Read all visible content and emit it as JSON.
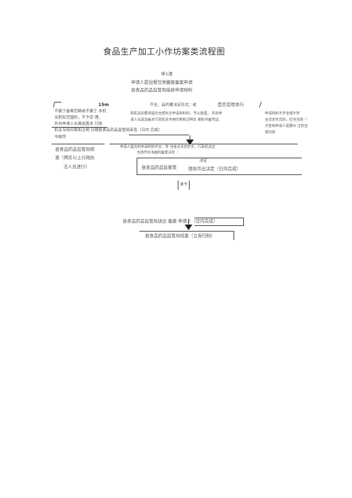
{
  "title": "食品生产加工小作坊案类流程图",
  "apply": {
    "step": "申1请",
    "line1": "申请人提出餐饮类搬报备案申请",
    "line2": "县食品药品监管局接收申请材料"
  },
  "left_top": {
    "mark": "15m",
    "lines": [
      "不属于备案范畴或不属于 本机",
      "关职权范围的，不予受 理，",
      "并向申请人出具加盖本 行政",
      "机关专用印章和注明 日期的",
      "书面凭"
    ]
  },
  "middle_top": {
    "head": "齐全，品的要法定形式,‘ 或",
    "lines": [
      "政机关的要求提交全部补正申请材料的，予以受理， 并向申",
      "请人出具加盖本行政机关专用印章和注明日 期的书面凭证、"
    ]
  },
  "accept_label": "是否受理本行",
  "right_top": {
    "lines": [
      "申请材料不齐全或不符",
      "合法定形式的，应当当场 一",
      "次告知申请人需要补 正的全",
      "部内容"
    ]
  },
  "review": "机关专用印章和注明 日期县食品药品监管局审查（日内   完成）",
  "left_bottom": {
    "lines": [
      "县食品药品监管局核",
      "查（两名以上行政执",
      "法人员进行）"
    ]
  },
  "middle_bottom": {
    "line1": "申请人提交的申请材料齐全、符  当争合法定形式，行政机关应",
    "line2": "当场作出书面的备案决定（",
    "decide_label": "决定",
    "agency": "县食品药品监督管",
    "decide": "理局作出决定（日内完成）"
  },
  "grant": "准予",
  "deliver": "县食品药品监管局送达   备案 申请人（日内完成）",
  "archive": "县食品药品监管局结案（立卷归档）"
}
